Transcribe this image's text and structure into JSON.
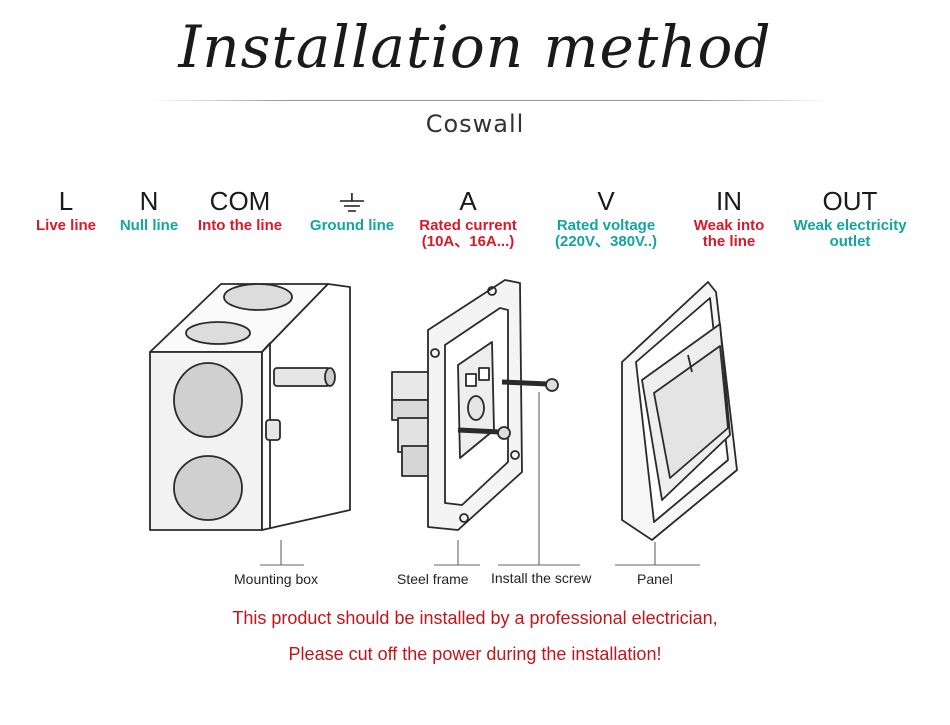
{
  "header": {
    "title": "Installation method",
    "brand": "Coswall"
  },
  "colors": {
    "red": "#d7192a",
    "teal": "#14a5a0"
  },
  "legend": [
    {
      "symbol": "L",
      "lines": [
        "Live line"
      ],
      "color": "#d7192a"
    },
    {
      "symbol": "N",
      "lines": [
        "Null line"
      ],
      "color": "#14a5a0"
    },
    {
      "symbol": "COM",
      "lines": [
        "Into the line"
      ],
      "color": "#d7192a"
    },
    {
      "symbol": "ground-icon",
      "lines": [
        "Ground line"
      ],
      "color": "#14a5a0"
    },
    {
      "symbol": "A",
      "lines": [
        "Rated current",
        "(10A、16A...)"
      ],
      "color": "#d7192a"
    },
    {
      "symbol": "V",
      "lines": [
        "Rated voltage",
        "(220V、380V..)"
      ],
      "color": "#14a5a0"
    },
    {
      "symbol": "IN",
      "lines": [
        "Weak into",
        "the line"
      ],
      "color": "#d7192a"
    },
    {
      "symbol": "OUT",
      "lines": [
        "Weak electricity",
        "outlet"
      ],
      "color": "#14a5a0"
    }
  ],
  "parts": [
    "Mounting box",
    "Steel frame",
    "Install the screw",
    "Panel"
  ],
  "warning": {
    "line1": "This product should be installed by a professional electrician,",
    "line2": "Please cut off the power during the installation!"
  }
}
